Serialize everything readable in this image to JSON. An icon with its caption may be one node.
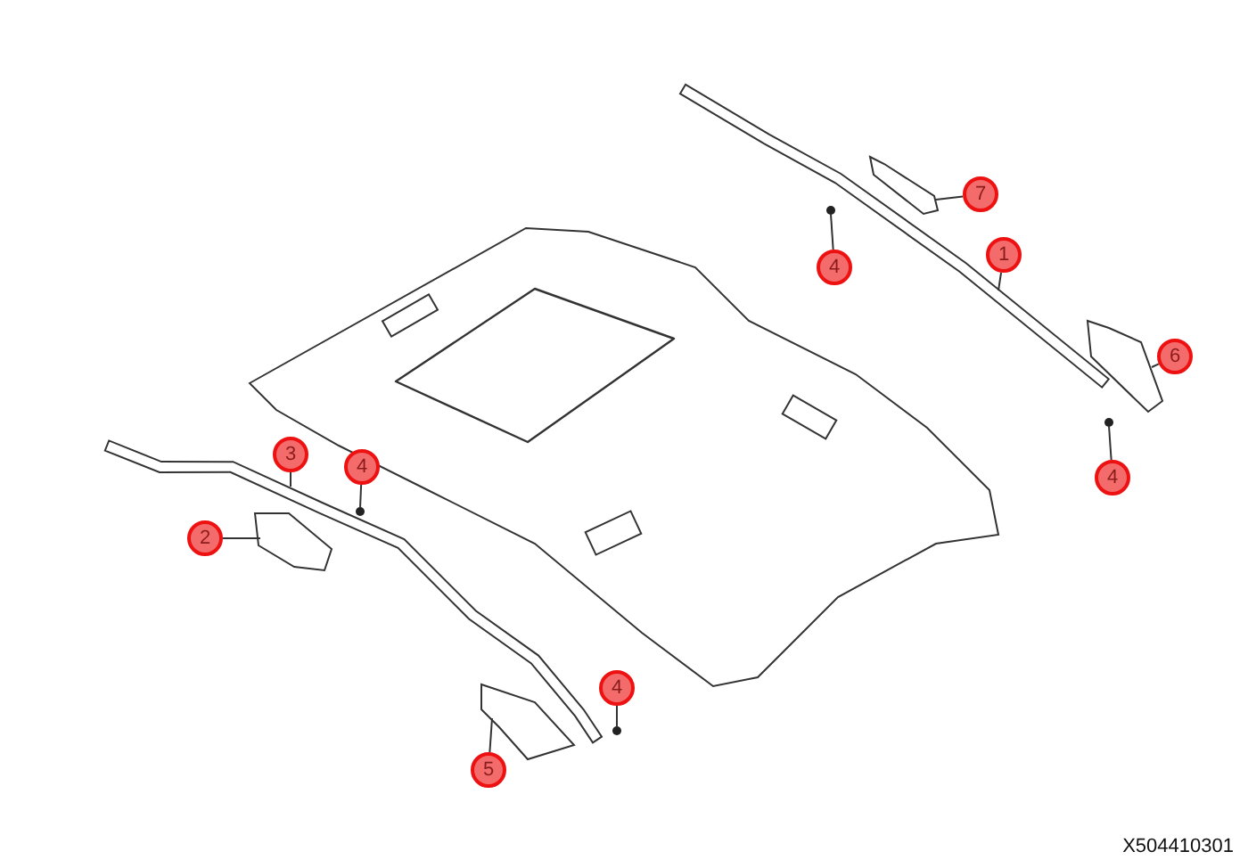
{
  "diagram": {
    "nodes": [
      {
        "text": [
          "7"
        ]
      },
      {
        "text": [
          "1"
        ]
      },
      {
        "text": [
          "4"
        ]
      },
      {
        "text": [
          "6"
        ]
      },
      {
        "text": [
          "3"
        ]
      },
      {
        "text": [
          "4"
        ]
      },
      {
        "text": [
          "4"
        ]
      },
      {
        "text": [
          "2"
        ]
      },
      {
        "text": [
          "4"
        ]
      },
      {
        "text": [
          "5"
        ]
      },
      {
        "text": [],
        "shape": "picture"
      },
      {
        "text": [],
        "shape": "picture"
      },
      {
        "text": [],
        "shape": "circle"
      },
      {
        "text": [],
        "shape": "picture"
      },
      {
        "text": [],
        "shape": "circle"
      },
      {
        "text": [],
        "shape": "picture"
      },
      {
        "text": [],
        "shape": "picture"
      },
      {
        "text": [],
        "shape": "circle"
      },
      {
        "text": [],
        "shape": "picture"
      },
      {
        "text": [],
        "shape": "circle"
      }
    ],
    "edges": [
      {
        "from": 0,
        "to": 11,
        "arrow": "none"
      },
      {
        "from": 1,
        "to": 10,
        "arrow": "none"
      },
      {
        "from": 2,
        "to": 12,
        "arrow": "none"
      },
      {
        "from": 3,
        "to": 13,
        "arrow": "none"
      },
      {
        "from": 4,
        "to": 15,
        "arrow": "none"
      },
      {
        "from": 5,
        "to": 17,
        "arrow": "none"
      },
      {
        "from": 6,
        "to": 14,
        "arrow": "none"
      },
      {
        "from": 7,
        "to": 16,
        "arrow": "none"
      },
      {
        "from": 8,
        "to": 19,
        "arrow": "none"
      },
      {
        "from": 9,
        "to": 18,
        "arrow": "none"
      }
    ],
    "labels": [
      "X504410301"
    ]
  }
}
